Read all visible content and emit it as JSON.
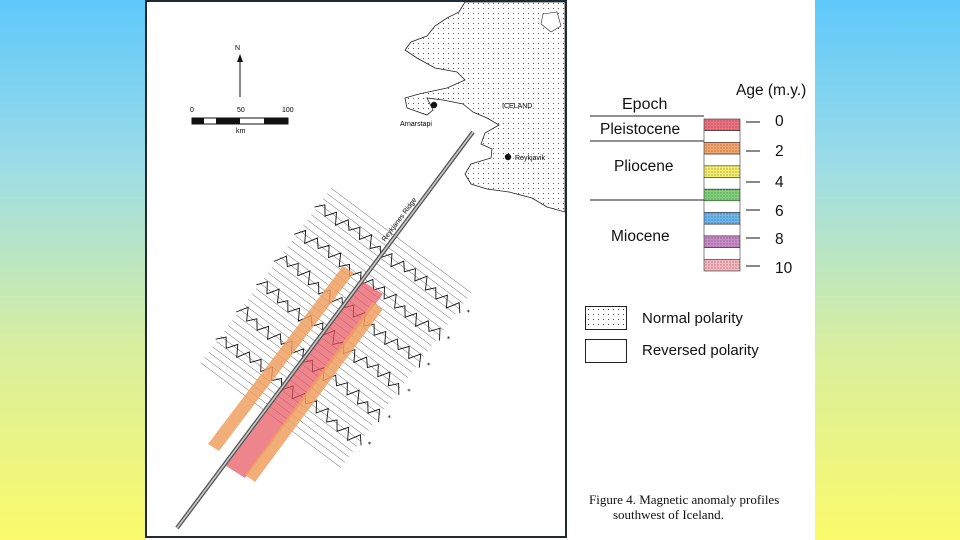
{
  "map": {
    "north_label": "N",
    "scale_ticks": [
      "0",
      "50",
      "100"
    ],
    "scale_unit": "km",
    "place_labels": {
      "country": "ICELAND",
      "town_1": "Arnarstapi",
      "town_2": "Reykjavik"
    },
    "ridge_label": "Reykjanes Ridge"
  },
  "legend": {
    "epoch_header": "Epoch",
    "age_header": "Age (m.y.)",
    "epochs": [
      "Pleistocene",
      "Pliocene",
      "Miocene"
    ],
    "ages": [
      "0",
      "2",
      "4",
      "6",
      "8",
      "10"
    ],
    "age_band_colors": [
      "#ef6f80",
      "#ffffff",
      "#f5a46a",
      "#ffffff",
      "#f5ee6a",
      "#ffffff",
      "#7ed27a",
      "#ffffff",
      "#6ab7f0",
      "#ffffff",
      "#c98ac8",
      "#ffffff",
      "#f6b5bd"
    ],
    "polarity": {
      "normal": "Normal polarity",
      "reversed": "Reversed polarity"
    }
  },
  "caption": {
    "line1": "Figure 4.  Magnetic anomaly profiles",
    "line2": "southwest of Iceland."
  },
  "colors": {
    "normal_anomaly_young": "#e85560",
    "normal_anomaly_older": "#f0a060"
  }
}
